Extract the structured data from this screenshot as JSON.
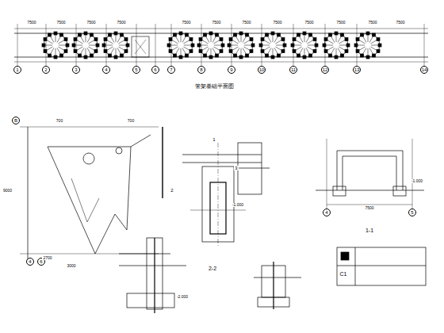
{
  "diagram": {
    "nodes": [
      {
        "text": [
          "1"
        ]
      },
      {
        "text": [
          "2"
        ]
      },
      {
        "text": [
          "3"
        ]
      },
      {
        "text": [
          "4"
        ]
      },
      {
        "text": [
          "5"
        ]
      },
      {
        "text": [
          "6"
        ]
      },
      {
        "text": [
          "7"
        ]
      },
      {
        "text": [
          "8"
        ]
      },
      {
        "text": [
          "9"
        ]
      },
      {
        "text": [
          "10"
        ]
      },
      {
        "text": [
          "11"
        ]
      },
      {
        "text": [
          "12"
        ]
      },
      {
        "text": [
          "13"
        ]
      },
      {
        "text": [
          "14"
        ]
      },
      {
        "text": [
          "B"
        ]
      },
      {
        "text": [
          "4"
        ]
      },
      {
        "text": [
          "6"
        ]
      },
      {
        "text": [
          "4"
        ]
      },
      {
        "text": [
          "5"
        ]
      }
    ],
    "labels": [
      "管架基础平面图",
      "7500",
      "7500",
      "7500",
      "7500",
      "7500",
      "7500",
      "7500",
      "7500",
      "7500",
      "7500",
      "7500",
      "7500",
      "2-2",
      "1-1",
      "C1",
      "1",
      "2",
      "3",
      "700",
      "700",
      "9000",
      "2700",
      "7500",
      "-1.000",
      "-1.000",
      "-2.000",
      "3000"
    ]
  }
}
